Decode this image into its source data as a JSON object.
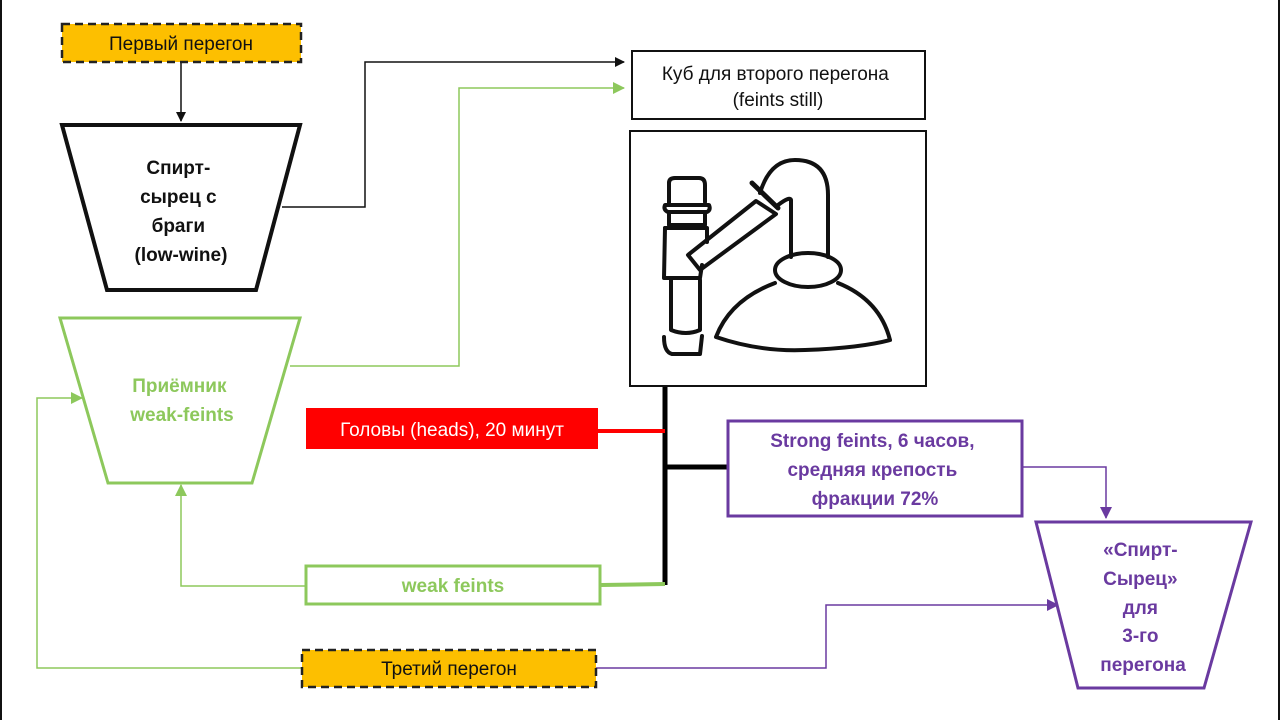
{
  "colors": {
    "black": "#111111",
    "green": "#8dc85c",
    "purple": "#6a3aa0",
    "red": "#ff0000",
    "yellow": "#fdbf00"
  },
  "nodes": {
    "first_distillation": {
      "label": "Первый перегон"
    },
    "low_wine": {
      "lines": [
        "Спирт-",
        "сырец с",
        "браги",
        "(low-wine)"
      ]
    },
    "feints_still": {
      "lines": [
        "Куб для второго перегона",
        "(feints still)"
      ]
    },
    "still_drawing": {
      "icon": "pot-still-icon"
    },
    "weak_feints_receiver": {
      "lines": [
        "Приёмник",
        "weak-feints"
      ]
    },
    "heads": {
      "label": "Головы (heads), 20 минут"
    },
    "strong_feints": {
      "lines": [
        "Strong feints, 6 часов,",
        "средняя крепость",
        "фракции 72%"
      ]
    },
    "weak_feints": {
      "label": "weak feints"
    },
    "third_distillation": {
      "label": "Третий перегон"
    },
    "spirit_for_third": {
      "lines": [
        "«Спирт-",
        "Сырец»",
        "для",
        "3-го",
        "перегона"
      ]
    }
  }
}
